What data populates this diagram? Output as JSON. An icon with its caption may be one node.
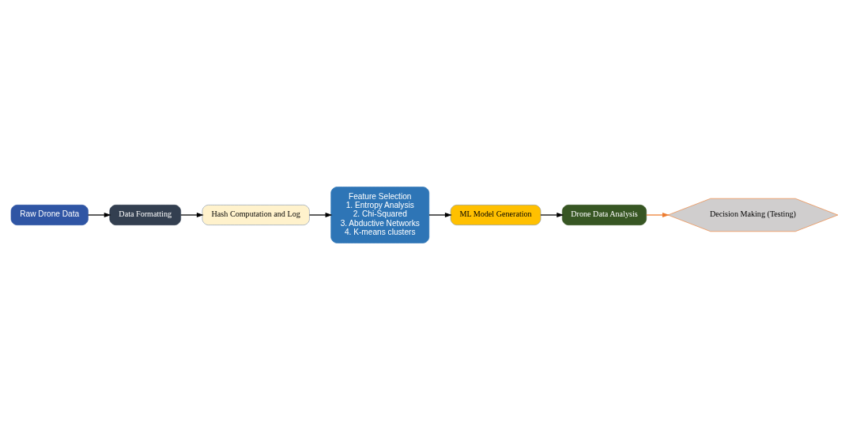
{
  "diagram": {
    "nodes": [
      {
        "text": [
          "Raw Drone Data"
        ]
      },
      {
        "text": [
          "Data Formatting"
        ]
      },
      {
        "text": [
          "Hash Computation and Log"
        ]
      },
      {
        "text": [
          "Feature Selection",
          "1. Entropy Analysis",
          "2. Chi-Squared",
          "3. Abductive Networks",
          "4. K-means clusters"
        ]
      },
      {
        "text": [
          "Drone Data Analysis"
        ]
      },
      {
        "text": [
          "Decision Making (Testing)"
        ]
      },
      {
        "text": [
          "ML Model Generation"
        ]
      }
    ],
    "edges": [
      {
        "from": 0,
        "to": 1,
        "arrow": "to"
      },
      {
        "from": 1,
        "to": 2,
        "arrow": "to"
      },
      {
        "from": 2,
        "to": 3,
        "arrow": "to"
      },
      {
        "from": 3,
        "to": 6,
        "arrow": "to"
      },
      {
        "from": 6,
        "to": 4,
        "arrow": "to"
      },
      {
        "from": 4,
        "to": 5,
        "arrow": "to",
        "color": "#ed7d31"
      }
    ]
  }
}
